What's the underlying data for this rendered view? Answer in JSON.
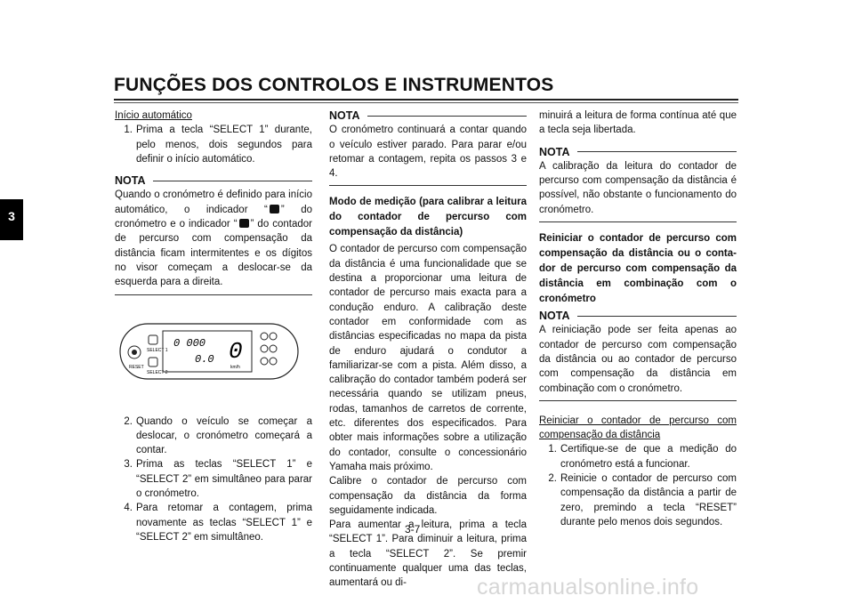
{
  "header": {
    "title": "FUNÇÕES DOS CONTROLOS E INSTRUMENTOS"
  },
  "chapter_tab": "3",
  "col1": {
    "heading": "Início automático",
    "step1_num": "1.",
    "step1": "Prima a tecla “SELECT 1” durante, pelo menos, dois segundos para definir o início automático.",
    "nota_label": "NOTA",
    "nota_a": "Quando o cronómetro é definido para início automático, o indicador “",
    "nota_b": "” do cronómetro e o indicador “",
    "nota_c": "” do contador de percurso com compensação da distância ficam intermitentes e os dígitos no visor começam a deslocar-se da esquerda para a direita.",
    "figure": {
      "select1": "SELECT 1",
      "select2": "SELECT 2",
      "reset": "RESET",
      "digits_top": "0 000",
      "digits_bottom": "0.0",
      "big_digit": "0",
      "unit": "km/h"
    },
    "step2_num": "2.",
    "step2": "Quando o veículo se começar a deslocar, o cronómetro começará a contar.",
    "step3_num": "3.",
    "step3": "Prima as teclas “SELECT 1” e “SELECT 2” em simultâneo para parar o cronómetro.",
    "step4_num": "4.",
    "step4": "Para retomar a contagem, prima novamente as teclas “SELECT 1” e “SELECT 2” em simultâneo."
  },
  "col2": {
    "nota_label": "NOTA",
    "nota": "O cronómetro continuará a contar quando o veículo estiver parado. Para parar e/ou retomar a contagem, repita os passos 3 e 4.",
    "heading": "Modo de medição (para calibrar a leitura do contador de percurso com compensação da distância)",
    "p1": "O contador de percurso com compensação da distância é uma funcionalidade que se destina a proporcionar uma leitura de contador de percurso mais exacta para a condução enduro. A calibração deste contador em conformidade com as distâncias especificadas no mapa da pista de enduro ajudará o condutor a familiarizar-se com a pista. Além disso, a calibração do contador também poderá ser necessária quando se utilizam pneus, rodas, tamanhos de carretos de corrente, etc. diferentes dos especificados. Para obter mais informações sobre a utilização do contador, consulte o concessionário Yamaha mais próximo.",
    "p2": "Calibre o contador de percurso com compensação da distância da forma seguidamente indicada.",
    "p3": "Para aumentar a leitura, prima a tecla “SELECT 1”. Para diminuir a leitura, prima a tecla “SELECT 2”. Se premir continuamente qualquer uma das teclas, aumentará ou di-"
  },
  "col3": {
    "p0": "minuirá a leitura de forma contínua até que a tecla seja libertada.",
    "nota1_label": "NOTA",
    "nota1": "A calibração da leitura do contador de percurso com compensação da distância é possível, não obstante o funcionamento do cronómetro.",
    "heading": "Reiniciar o contador de percurso com compensação da distância ou o conta-dor de percurso com compensação da distância em combinação com o cronómetro",
    "nota2_label": "NOTA",
    "nota2": "A reiniciação pode ser feita apenas ao contador de percurso com compensação da distância ou ao contador de percurso com compensação da distância em combinação com o cronómetro.",
    "subheading": "Reiniciar o contador de percurso com compensação da distância",
    "step1_num": "1.",
    "step1": "Certifique-se de que a medição do cronómetro está a funcionar.",
    "step2_num": "2.",
    "step2": "Reinicie o contador de percurso com compensação da distância a partir de zero, premindo a tecla “RESET” durante pelo menos dois segundos."
  },
  "page_number": "3-7",
  "watermark": "carmanualsonline.info"
}
